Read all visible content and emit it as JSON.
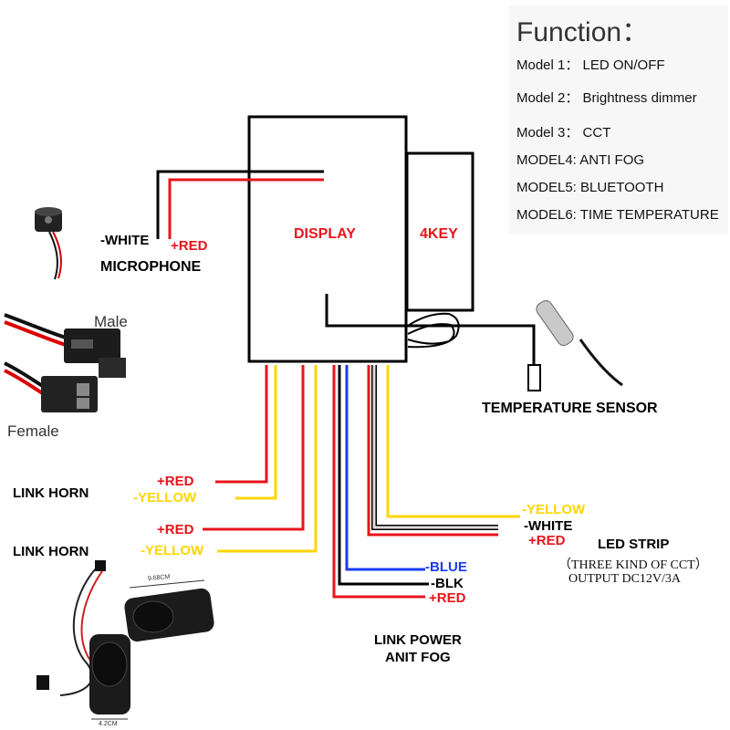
{
  "function_panel": {
    "title": "Function：",
    "items": [
      "Model 1： LED ON/OFF",
      "Model 2： Brightness dimmer",
      "Model 3： CCT",
      "MODEL4: ANTI FOG",
      "MODEL5: BLUETOOTH",
      "MODEL6: TIME TEMPERATURE"
    ]
  },
  "modules": {
    "display": "DISPLAY",
    "keys": "4KEY"
  },
  "microphone": {
    "white": "-WHITE",
    "red": "+RED",
    "label": "MICROPHONE"
  },
  "connector": {
    "male": "Male",
    "female": "Female"
  },
  "horns": [
    {
      "label": "LINK HORN",
      "red": "+RED",
      "yellow": "-YELLOW"
    },
    {
      "label": "LINK HORN",
      "red": "+RED",
      "yellow": "-YELLOW"
    }
  ],
  "temperature_sensor": {
    "label": "TEMPERATURE SENSOR"
  },
  "power": {
    "blue": "-BLUE",
    "black": "-BLK",
    "red": "+RED",
    "label_line1": "LINK POWER",
    "label_line2": "ANIT FOG"
  },
  "led_strip": {
    "yellow": "-YELLOW",
    "white": "-WHITE",
    "red": "+RED",
    "label": "LED STRIP",
    "sub": "（THREE KIND OF CCT）",
    "output": "OUTPUT DC12V/3A"
  },
  "speaker_dims": {
    "length": "9.68CM",
    "width": "4.2CM"
  },
  "colors": {
    "red": "#e8141b",
    "yellow": "#ffd500",
    "blue": "#1a3cf0",
    "black": "#000000",
    "white_wire": "#dddddd",
    "label_red": "#e8141b"
  }
}
